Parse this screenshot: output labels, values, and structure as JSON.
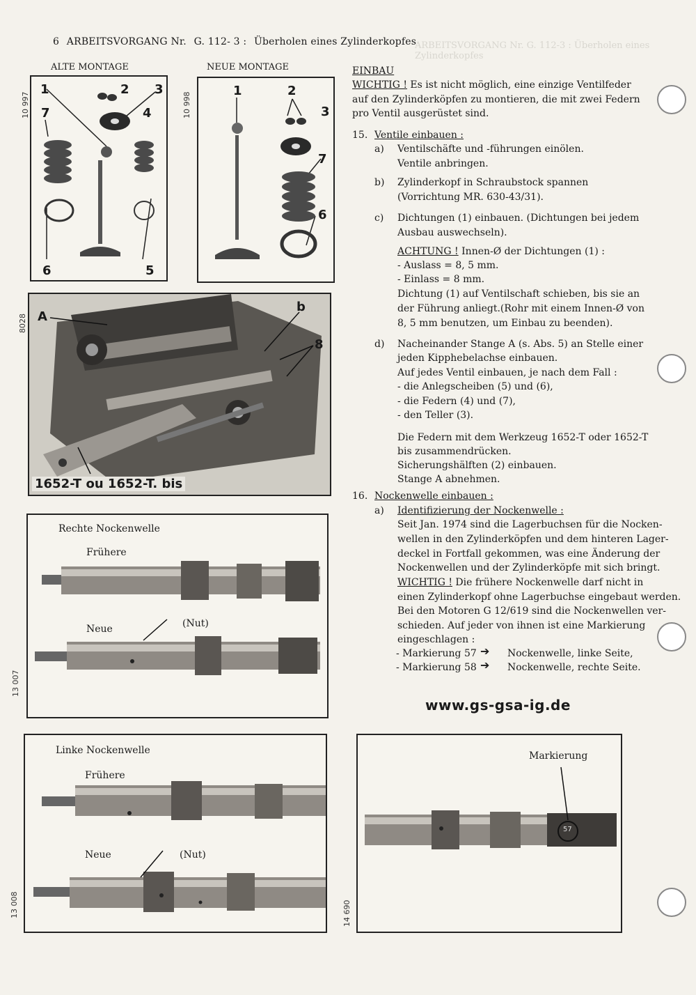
{
  "header": {
    "page": "6",
    "operation": "ARBEITSVORGANG Nr.",
    "code": "G. 112- 3 :",
    "title": "Überholen eines Zylinderkopfes"
  },
  "side_numbers": {
    "n1": "10 997",
    "n2": "10 998",
    "n3": "8028",
    "n4": "13 007",
    "n5": "13 008",
    "n6": "14 690"
  },
  "figures": {
    "alte_caption": "ALTE MONTAGE",
    "neue_caption": "NEUE MONTAGE",
    "alte_labels": {
      "l1": "1",
      "l2": "2",
      "l3": "3",
      "l4": "4",
      "l5": "5",
      "l6": "6",
      "l7": "7"
    },
    "neue_labels": {
      "l1": "1",
      "l2": "2",
      "l3": "3",
      "l6": "6",
      "l7": "7"
    },
    "photo_labels": {
      "a": "A",
      "b": "b",
      "n8": "8",
      "tool": "1652-T ou 1652-T. bis"
    },
    "rechte": {
      "title": "Rechte Nockenwelle",
      "old": "Frühere",
      "new": "Neue",
      "nut": "(Nut)"
    },
    "linke": {
      "title": "Linke Nockenwelle",
      "old": "Frühere",
      "new": "Neue",
      "nut": "(Nut)"
    },
    "markierung": {
      "label": "Markierung",
      "stamp": "57"
    }
  },
  "text": {
    "einbau": "EINBAU",
    "w1_label": "WICHTIG !",
    "w1_l1": "Es ist nicht möglich, eine einzige Ventilfeder",
    "w1_l2": "auf den Zylinderköpfen zu montieren, die mit zwei Federn",
    "w1_l3": "pro Ventil ausgerüstet sind.",
    "s15_num": "15.",
    "s15_title": "Ventile einbauen :",
    "a_label": "a)",
    "a_l1": "Ventilschäfte und -führungen einölen.",
    "a_l2": "Ventile anbringen.",
    "b_label": "b)",
    "b_l1": "Zylinderkopf in Schraubstock spannen",
    "b_l2": "(Vorrichtung MR. 630-43/31).",
    "c_label": "c)",
    "c_l1": "Dichtungen (1) einbauen. (Dichtungen bei jedem",
    "c_l2": "Ausbau auswechseln).",
    "ach_label": "ACHTUNG !",
    "ach_l1": "Innen-Ø der Dichtungen (1) :",
    "ach_l2": "- Auslass = 8, 5 mm.",
    "ach_l3": "- Einlass =  8 mm.",
    "c_l3": "Dichtung (1) auf Ventilschaft schieben, bis sie an",
    "c_l4": "der Führung anliegt.(Rohr mit einem Innen-Ø von",
    "c_l5": "8, 5 mm benutzen, um Einbau zu beenden).",
    "d_label": "d)",
    "d_l1": "Nacheinander Stange A (s. Abs. 5) an Stelle einer",
    "d_l2": "jeden Kipphebelachse einbauen.",
    "d_l3": "Auf jedes Ventil einbauen, je nach dem Fall :",
    "d_l4": "- die Anlegscheiben (5) und (6),",
    "d_l5": "- die Federn (4) und (7),",
    "d_l6": "- den Teller (3).",
    "d_l7": "Die Federn mit dem Werkzeug 1652-T oder 1652-T",
    "d_l8": "bis zusammendrücken.",
    "d_l9": "Sicherungshälften (2) einbauen.",
    "d_l10": "Stange A abnehmen.",
    "s16_num": "16.",
    "s16_title": "Nockenwelle einbauen :",
    "a2_label": "a)",
    "a2_title": "Identifizierung der Nockenwelle :",
    "n_l1": "Seit Jan. 1974 sind die Lagerbuchsen für die Nocken-",
    "n_l2": "wellen in den Zylinderköpfen und dem hinteren Lager-",
    "n_l3": "deckel in Fortfall gekommen, was eine Änderung der",
    "n_l4": "Nockenwellen und der Zylinderköpfe mit sich bringt.",
    "w2_label": "WICHTIG !",
    "n_l5": "Die frühere Nockenwelle darf nicht in",
    "n_l6": "einen Zylinderkopf ohne Lagerbuchse eingebaut werden.",
    "n_l7": "Bei den Motoren G 12/619 sind die Nockenwellen ver-",
    "n_l8": "schieden.  Auf jeder von ihnen ist eine Markierung",
    "n_l9": "eingeschlagen :",
    "m57": "- Markierung 57",
    "m57_r": "Nockenwelle, linke Seite,",
    "m58": "- Markierung 58",
    "m58_r": "Nockenwelle, rechte Seite."
  },
  "url": "www.gs-gsa-ig.de",
  "colors": {
    "ink": "#1a1a1a",
    "paper": "#f4f2ec",
    "metal": "#9a9590"
  }
}
